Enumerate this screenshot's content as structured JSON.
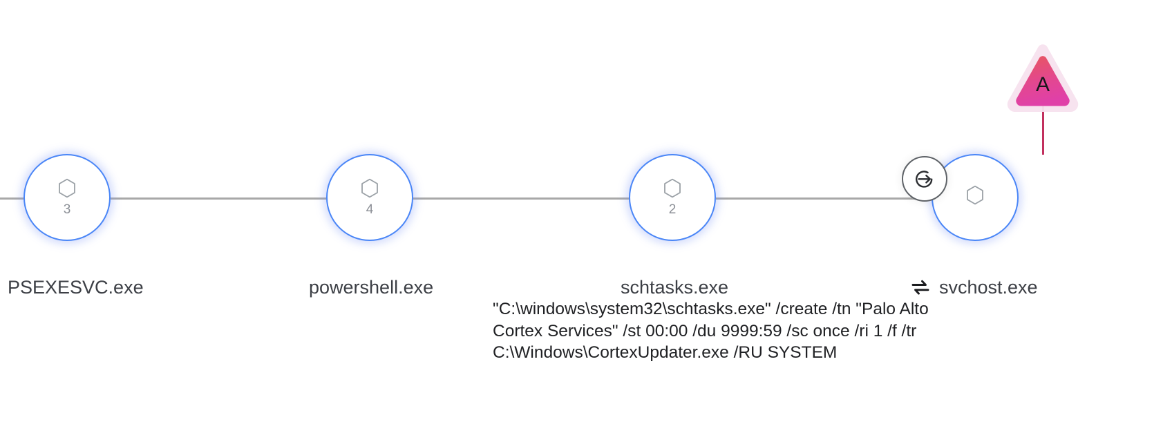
{
  "graph": {
    "type": "process-causality-chain",
    "orientation": "horizontal",
    "nodes": [
      {
        "id": "psexesvc",
        "label": "PSEXESVC.exe",
        "count": "3",
        "icon": "hexagon-icon",
        "badge": null,
        "prefix_icon": null
      },
      {
        "id": "powershell",
        "label": "powershell.exe",
        "count": "4",
        "icon": "hexagon-icon",
        "badge": null,
        "prefix_icon": null
      },
      {
        "id": "schtasks",
        "label": "schtasks.exe",
        "count": "2",
        "icon": "hexagon-icon",
        "badge": null,
        "prefix_icon": null
      },
      {
        "id": "svchost",
        "label": "svchost.exe",
        "count": "",
        "icon": "hexagon-icon",
        "badge": "sign-in-circle-icon",
        "prefix_icon": "swap-arrows-icon"
      }
    ],
    "alert": {
      "letter": "A",
      "shape": "triangle",
      "attached_to": "svchost"
    },
    "command_line": "\"C:\\windows\\system32\\schtasks.exe\" /create /tn \"Palo Alto Cortex Services\" /st 00:00 /du 9999:59 /sc once /ri 1 /f /tr C:\\Windows\\CortexUpdater.exe /RU SYSTEM"
  },
  "colors": {
    "node_border": "#4a86f7",
    "node_glow": "#7e96f5",
    "edge": "#a8a8a8",
    "hex_icon": "#9aa0a6",
    "count_text": "#8b8f96",
    "caption_text": "#3c3f45",
    "alert_gradient_top": "#e8575c",
    "alert_gradient_bottom": "#e040a0",
    "alert_halo": "#f6dfea",
    "alert_connector": "#c2305e",
    "badge_border": "#5f6368",
    "command_text": "#202124"
  }
}
